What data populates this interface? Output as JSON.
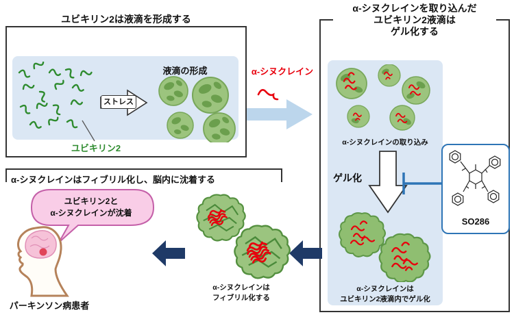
{
  "top_left_panel": {
    "title": "ユビキリン2は液滴を形成する",
    "droplet_formation_label": "液滴の形成",
    "stress_label": "ストレス",
    "ubiquilin_label": "ユビキリン2"
  },
  "center": {
    "synuclein_label": "α-シヌクレイン"
  },
  "right_panel": {
    "title_line1": "α-シヌクレインを取り込んだ",
    "title_line2": "ユビキリン2液滴は",
    "title_line3": "ゲル化する",
    "uptake_label": "α-シヌクレインの取り込み",
    "gelation_label": "ゲル化",
    "compound_label": "SO286",
    "gel_result_line1": "α-シヌクレインは",
    "gel_result_line2": "ユビキリン2液滴内でゲル化"
  },
  "bottom_panel": {
    "title": "α-シヌクレインはフィブリル化し、脳内に沈着する",
    "bubble_line1": "ユビキリン2と",
    "bubble_line2": "α-シヌクレインが沈着",
    "patient_label": "パーキンソン病患者",
    "fibril_line1": "α-シヌクレインは",
    "fibril_line2": "フィブリル化する"
  },
  "icons": [
    "ubiquilin-squiggles-icon",
    "stress-arrow-icon",
    "green-droplets-icon",
    "synuclein-squiggle-icon",
    "flow-right-arrow-icon",
    "synuclein-droplets-icon",
    "gelation-down-arrow-icon",
    "inhibition-tbar-icon",
    "chemical-structure-icon",
    "gel-droplets-icon",
    "fibril-aggregates-icon",
    "navy-left-arrow-icon",
    "speech-bubble-icon",
    "patient-head-icon"
  ],
  "colors": {
    "panel_border": "#333333",
    "light_blue_fill": "#dbe7f4",
    "flow_arrow_blue": "#bcd6ec",
    "navy_arrow": "#1f3a67",
    "green": "#2e8b2e",
    "droplet_green": "#9cc47e",
    "red": "#e8000d",
    "inhibitor_blue": "#2e75b6",
    "bubble_pink": "#f9cde7",
    "bubble_border": "#c45fa8"
  }
}
